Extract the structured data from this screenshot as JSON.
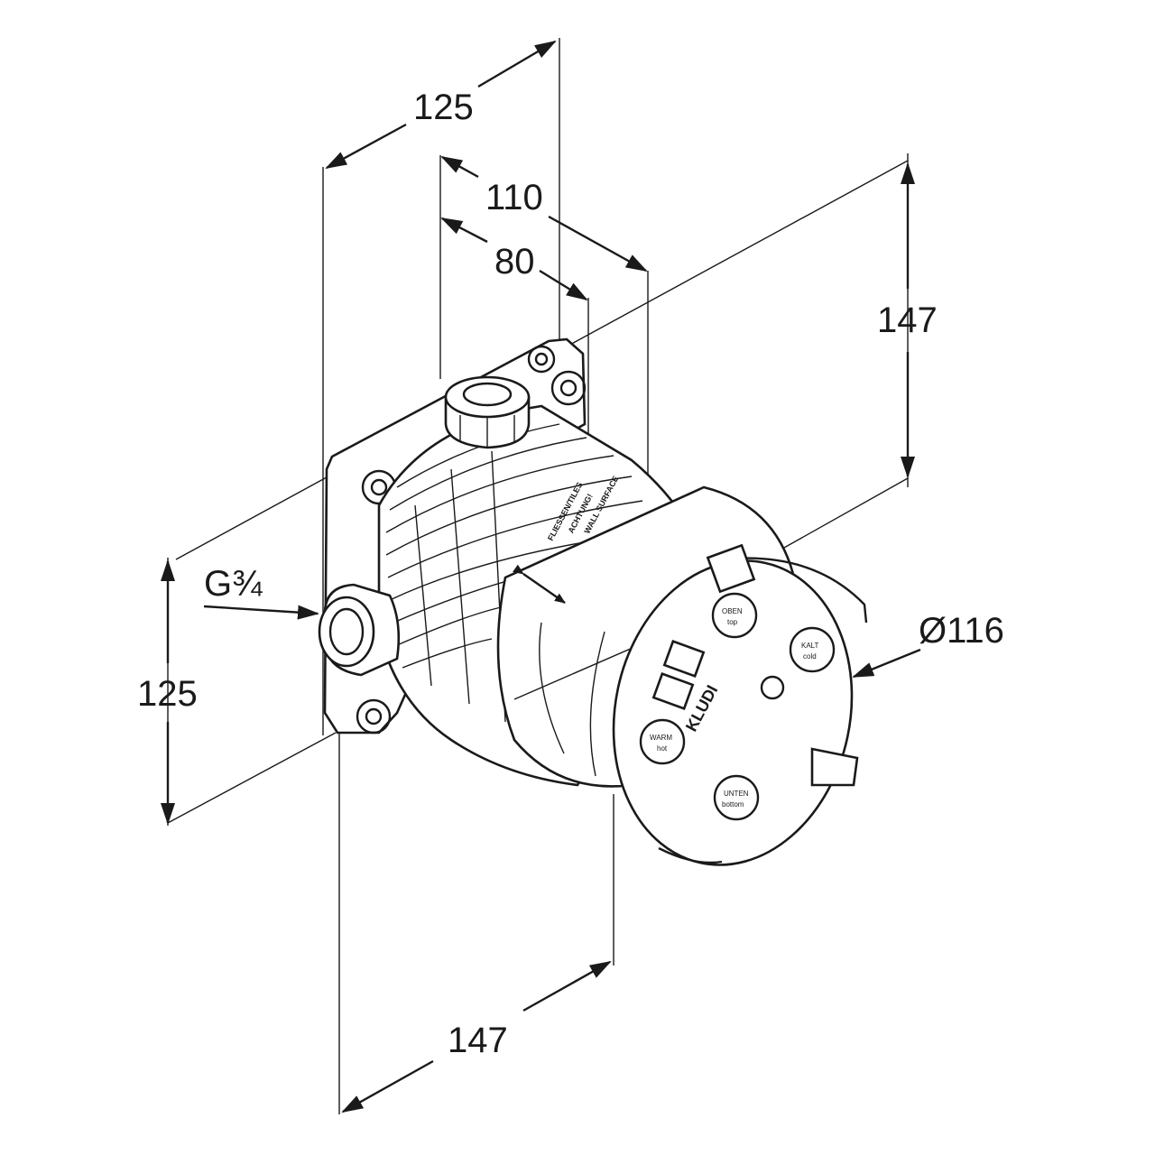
{
  "dimensions": {
    "total_depth": "125",
    "depth_110": "110",
    "depth_80": "80",
    "height": "147",
    "width": "147",
    "flange_height": "125",
    "diameter": "Ø116",
    "thread": "G¾"
  },
  "markings": {
    "label_line1": "FLIESSEN/TILES",
    "label_line2": "ACHTUNG!",
    "label_line3": "WALL SURFACE",
    "port_top": [
      "OBEN",
      "top"
    ],
    "port_cold": [
      "KALT",
      "cold"
    ],
    "port_hot": [
      "WARM",
      "hot"
    ],
    "port_bottom": [
      "UNTEN",
      "bottom"
    ],
    "brand": "KLUDI"
  },
  "icons": {
    "arrow_style": "filled-triangle"
  }
}
